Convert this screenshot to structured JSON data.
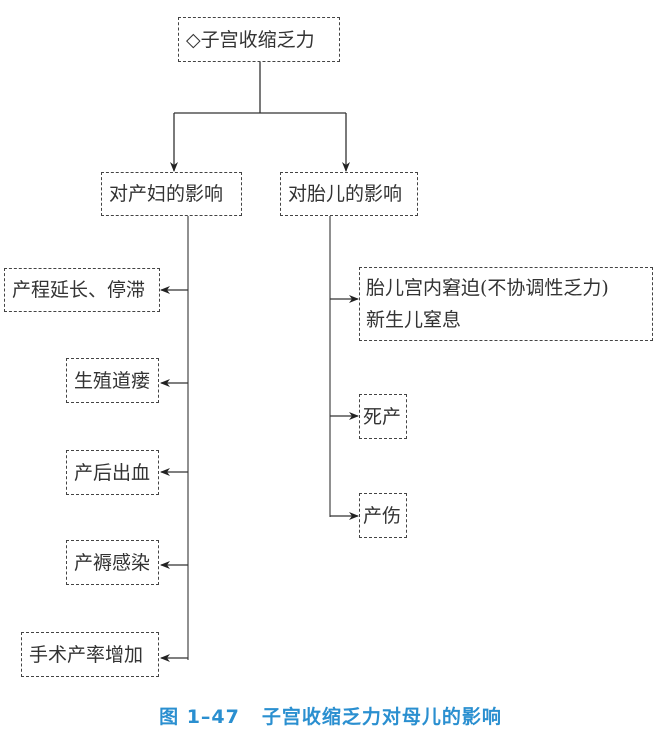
{
  "diagram": {
    "root": "◇子宫收缩乏力",
    "branches": [
      {
        "label": "对产妇的影响",
        "children": [
          "产程延长、停滞",
          "生殖道瘘",
          "产后出血",
          "产褥感染",
          "手术产率增加"
        ]
      },
      {
        "label": "对胎儿的影响",
        "children": [
          {
            "lines": [
              "胎儿宫内窘迫(不协调性乏力)",
              "新生儿窒息"
            ]
          },
          "死产",
          "产伤"
        ]
      }
    ]
  },
  "caption": {
    "figure_number": "图 1–47",
    "title": "子宫收缩乏力对母儿的影响",
    "color": "#2a8fd0"
  }
}
